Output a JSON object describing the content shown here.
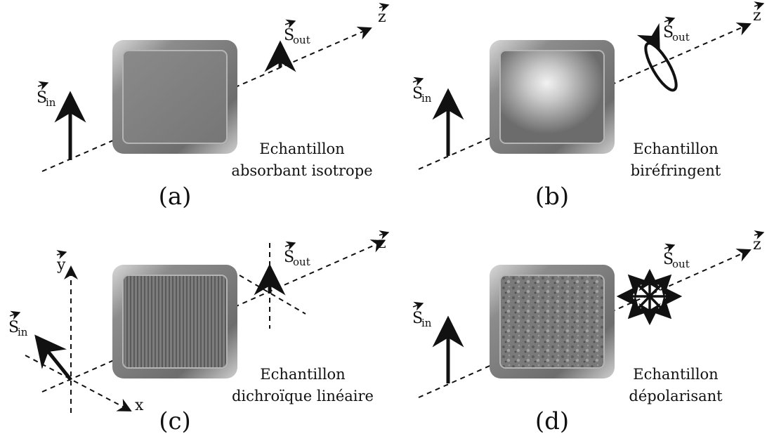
{
  "panels": [
    {
      "letter": "(a)",
      "caption_line1": "Echantillon",
      "caption_line2": "absorbant isotrope",
      "s_in": "S",
      "s_in_sub": "in",
      "s_out": "S",
      "s_out_sub": "out",
      "axis_z": "z",
      "sample_texture": "plain",
      "output_state": "short vertical arrow"
    },
    {
      "letter": "(b)",
      "caption_line1": "Echantillon",
      "caption_line2": "biréfringent",
      "s_in": "S",
      "s_in_sub": "in",
      "s_out": "S",
      "s_out_sub": "out",
      "axis_z": "z",
      "sample_texture": "swirl",
      "output_state": "elliptical polarization"
    },
    {
      "letter": "(c)",
      "caption_line1": "Echantillon",
      "caption_line2": "dichroïque linéaire",
      "s_in": "S",
      "s_in_sub": "in",
      "s_out": "S",
      "s_out_sub": "out",
      "axis_z": "z",
      "axis_x": "x",
      "axis_y": "y",
      "sample_texture": "vertical lines",
      "output_state": "vertical arrow"
    },
    {
      "letter": "(d)",
      "caption_line1": "Echantillon",
      "caption_line2": "dépolarisant",
      "s_in": "S",
      "s_in_sub": "in",
      "s_out": "S",
      "s_out_sub": "out",
      "axis_z": "z",
      "sample_texture": "rough",
      "output_state": "arrows in all directions"
    }
  ]
}
